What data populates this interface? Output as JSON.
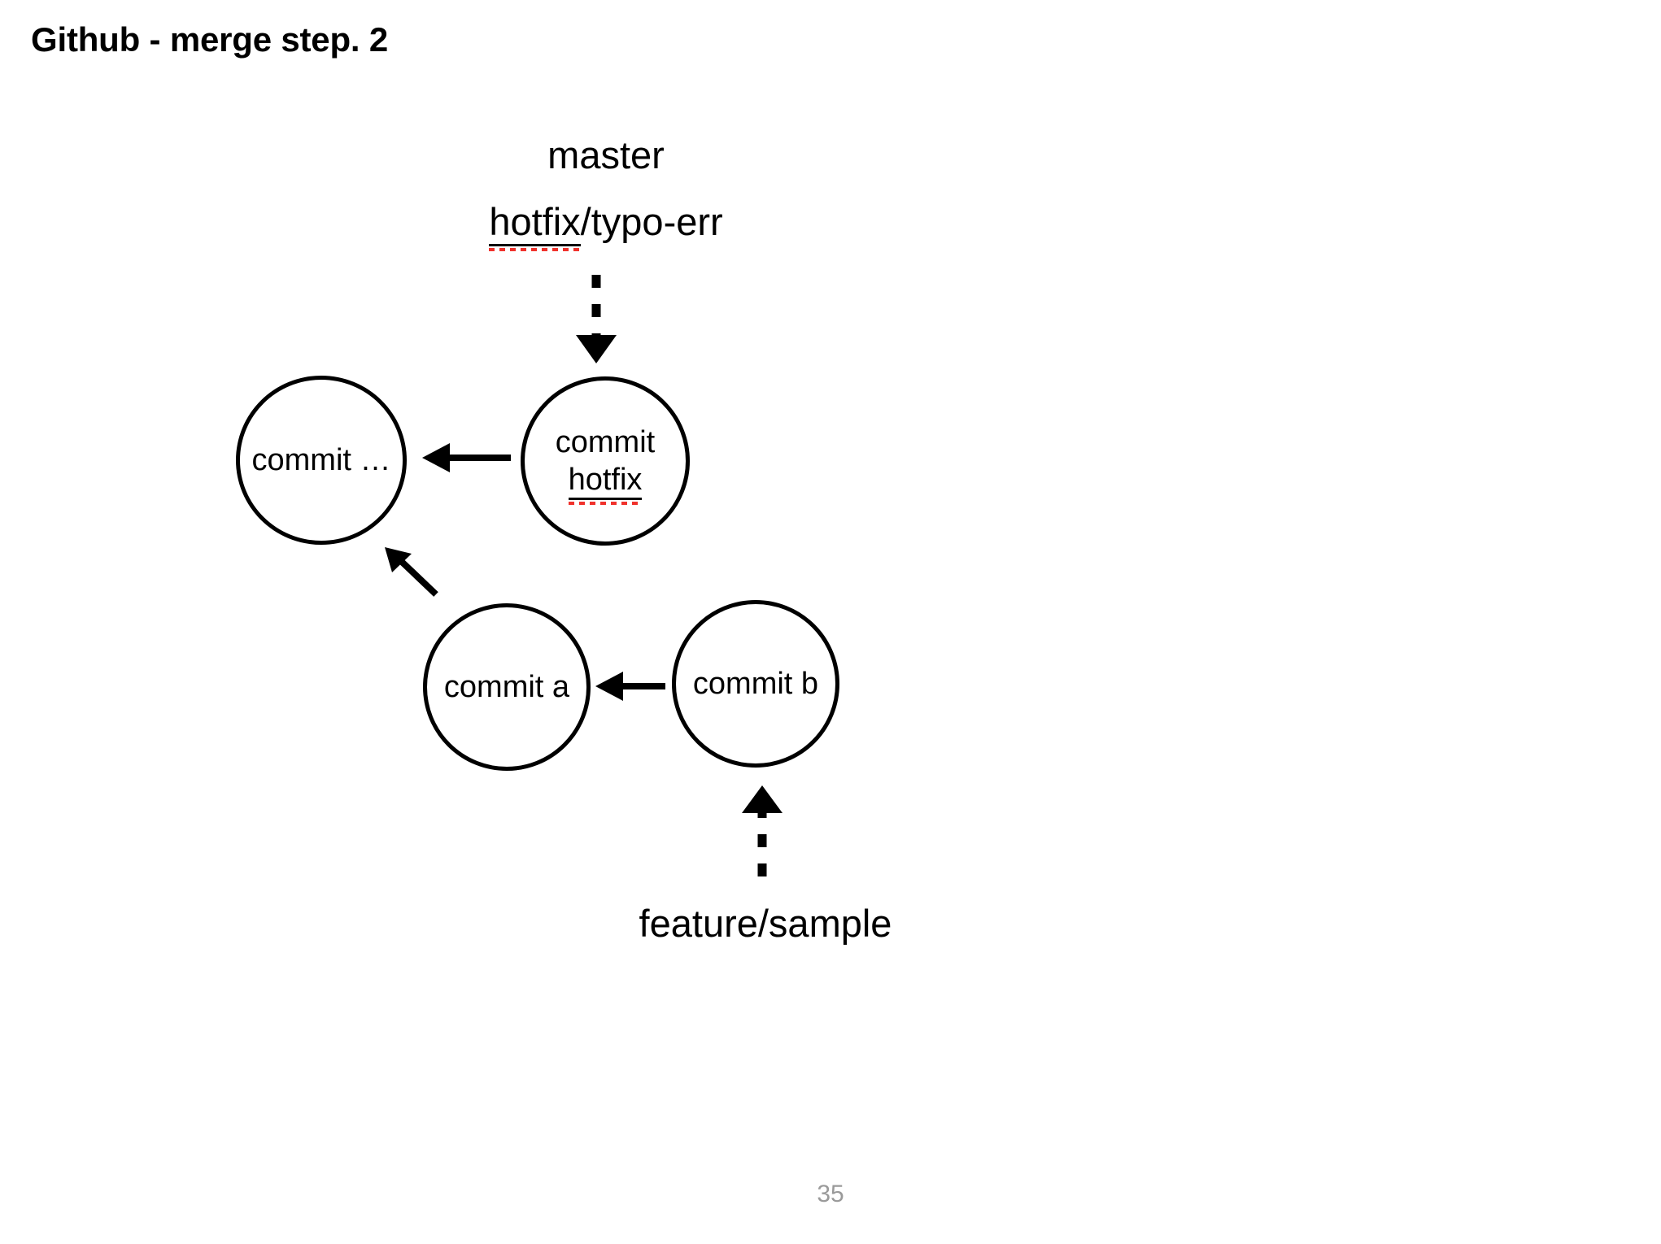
{
  "slide": {
    "title": "Github - merge step. 2",
    "page_number": "35",
    "background_color": "#ffffff",
    "text_color": "#000000",
    "spellcheck_underline_color": "#f0322c",
    "page_number_color": "#9a9a9a"
  },
  "branch_labels": {
    "master": "master",
    "hotfix_prefix": "hotfix",
    "hotfix_suffix": "/typo-err",
    "feature": "feature/sample"
  },
  "nodes": [
    {
      "id": "commit-dots",
      "line1": "commit …",
      "line2": ""
    },
    {
      "id": "commit-hotfix",
      "line1": "commit",
      "line2": "hotfix"
    },
    {
      "id": "commit-a",
      "line1": "commit a",
      "line2": ""
    },
    {
      "id": "commit-b",
      "line1": "commit b",
      "line2": ""
    }
  ],
  "arrows": [
    {
      "id": "master-hotfix-to-commit-hotfix",
      "style": "dashed",
      "direction": "down"
    },
    {
      "id": "commit-hotfix-to-commit-dots",
      "style": "solid",
      "direction": "left"
    },
    {
      "id": "commit-a-to-commit-dots",
      "style": "solid",
      "direction": "up-left"
    },
    {
      "id": "commit-b-to-commit-a",
      "style": "solid",
      "direction": "left"
    },
    {
      "id": "feature-sample-to-commit-b",
      "style": "dashed",
      "direction": "up"
    }
  ]
}
